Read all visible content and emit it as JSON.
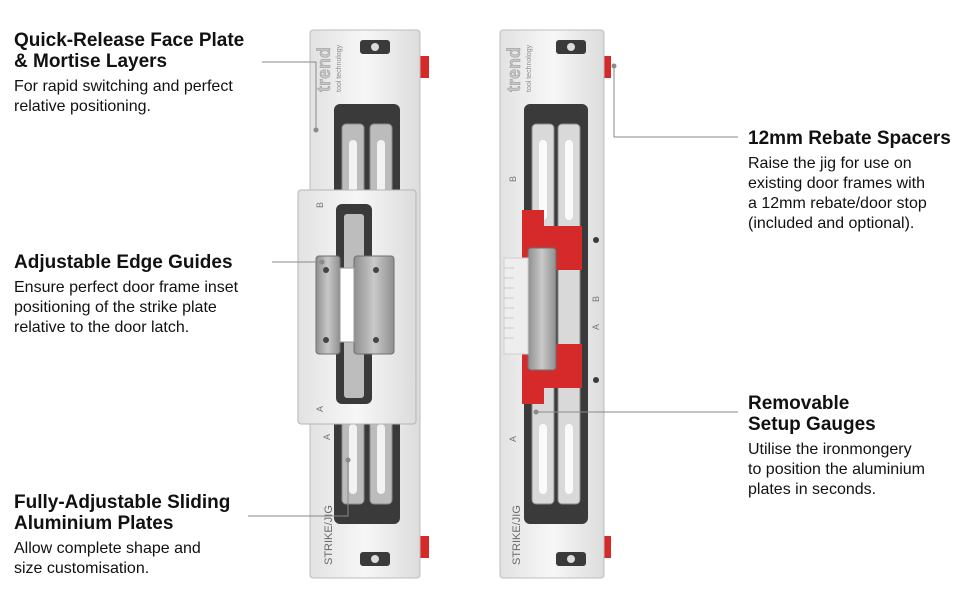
{
  "callouts": {
    "face_plate": {
      "title": "Quick-Release Face Plate\n& Mortise Layers",
      "body": "For rapid switching and perfect\nrelative positioning."
    },
    "edge_guides": {
      "title": "Adjustable Edge Guides",
      "body": "Ensure perfect door frame inset\npositioning of the strike plate\nrelative to the door latch."
    },
    "sliding_plates": {
      "title": "Fully-Adjustable Sliding\nAluminium Plates",
      "body": "Allow complete shape and\nsize customisation."
    },
    "rebate_spacers": {
      "title": "12mm Rebate Spacers",
      "body": "Raise the jig for use on\nexisting door frames with\na 12mm rebate/door stop\n(included and optional)."
    },
    "setup_gauges": {
      "title": "Removable\nSetup Gauges",
      "body": "Utilise the ironmongery\nto position the aluminium\nplates in seconds."
    }
  },
  "jig": {
    "brand": "trend",
    "brand_sub": "tool technology",
    "model": "STRIKE/JIG",
    "mark_a": "A",
    "mark_b": "B"
  },
  "colors": {
    "accent_red": "#d62a2a",
    "frame_dark": "#3a3a3a",
    "plate_white": "#efefef",
    "aluminium": "#a8a8a8",
    "leader_line": "#8a8a8a"
  }
}
